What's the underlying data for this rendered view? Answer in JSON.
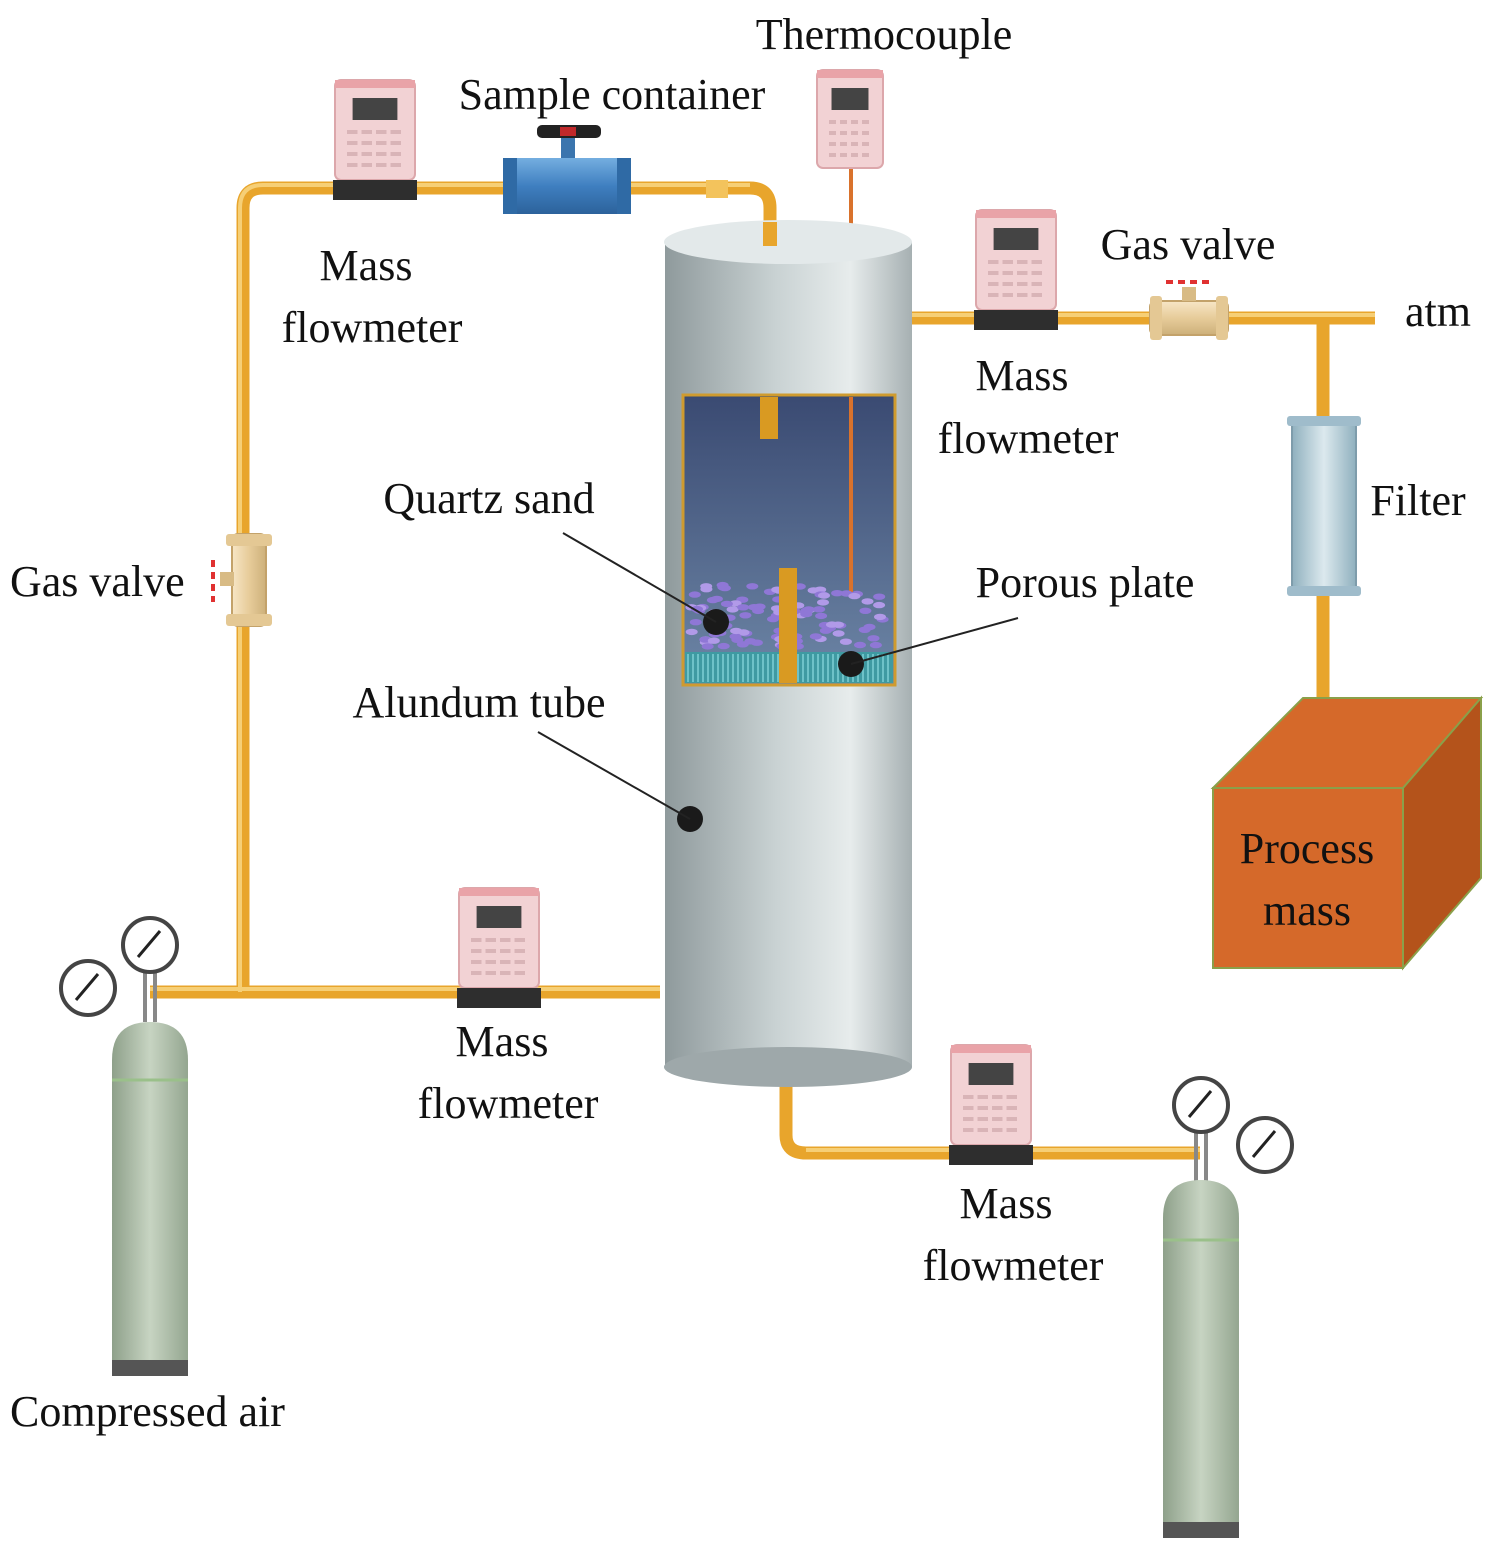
{
  "labels": {
    "thermocouple": "Thermocouple",
    "sample_container": "Sample container",
    "mass_flowmeter_top_left": [
      "Mass",
      "flowmeter"
    ],
    "mass_flowmeter_top_right": [
      "Mass",
      "flowmeter"
    ],
    "mass_flowmeter_bottom_middle": [
      "Mass",
      "flowmeter"
    ],
    "mass_flowmeter_bottom_right": [
      "Mass",
      "flowmeter"
    ],
    "gas_valve_left": "Gas valve",
    "gas_valve_right": "Gas valve",
    "atm": "atm",
    "filter": "Filter",
    "quartz_sand": "Quartz sand",
    "porous_plate": "Porous plate",
    "alundum_tube": "Alundum tube",
    "process_mass": [
      "Process",
      "mass"
    ],
    "compressed_air": "Compressed air"
  },
  "colors": {
    "pipe": "#e8a52c",
    "pipe_edge": "#c98612",
    "reactor": "#b9c4c6",
    "reactor_window": "#4b5f86",
    "process_box": "#d5692a",
    "process_box_dark": "#b4531b",
    "flowmeter_body": "#f2d2d4",
    "flowmeter_base": "#2e2e2e",
    "cylinder": "#a9bba5",
    "filter": "#a7c0cc",
    "sample_container": "#4a86c4",
    "quartz_sand": "#8f77d6",
    "porous_plate": "#3f9aa2",
    "label_text": "#111111"
  }
}
